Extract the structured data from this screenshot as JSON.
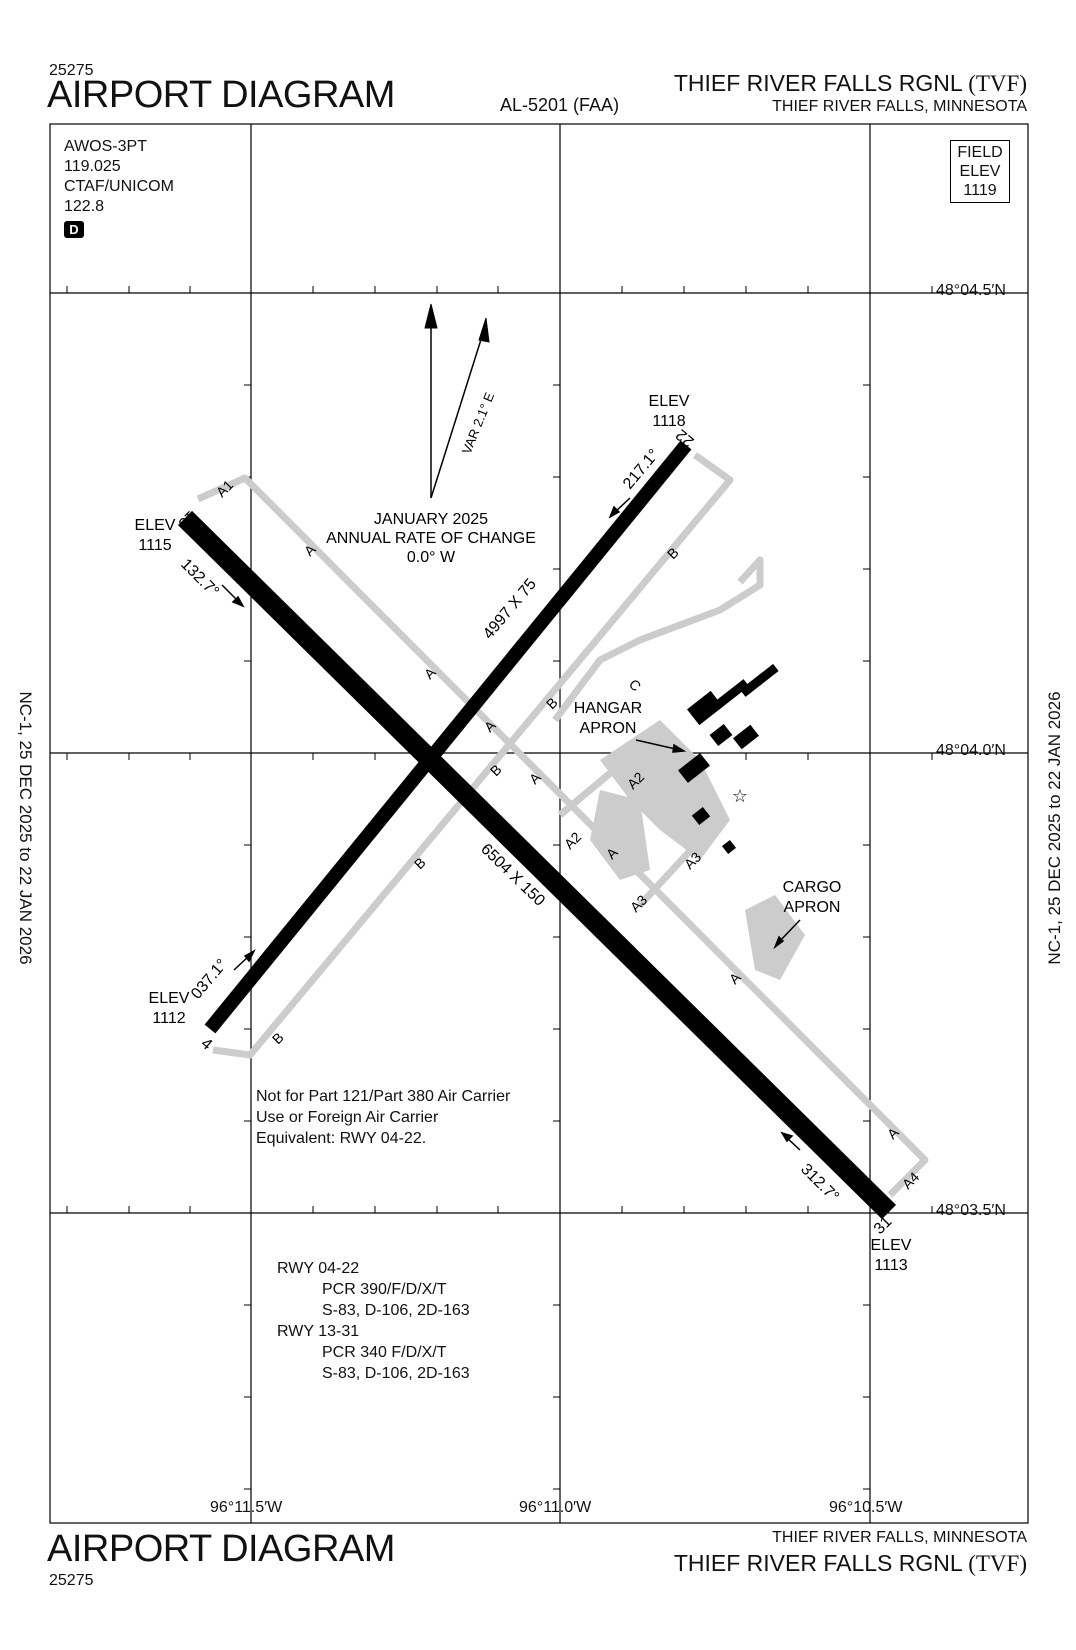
{
  "header": {
    "volume_top": "25275",
    "title": "AIRPORT DIAGRAM",
    "chart_id": "AL-5201 (FAA)",
    "airport_name": "THIEF RIVER FALLS RGNL",
    "airport_id": "(TVF)",
    "city_state": "THIEF RIVER FALLS, MINNESOTA"
  },
  "comms": {
    "line1": "AWOS-3PT",
    "line2": "119.025",
    "line3": "CTAF/UNICOM",
    "line4": "122.8",
    "d_badge": "D"
  },
  "field_elev": {
    "line1": "FIELD",
    "line2": "ELEV",
    "value": "1119"
  },
  "side_dates": {
    "left": "NC-1,  25 DEC 2025  to  22 JAN 2026",
    "right": "NC-1,  25 DEC 2025  to  22 JAN 2026"
  },
  "coordinates": {
    "lat_top": "48°04.5′N",
    "lat_mid": "48°04.0′N",
    "lat_bot": "48°03.5′N",
    "lon_left": "96°11.5′W",
    "lon_mid": "96°11.0′W",
    "lon_right": "96°10.5′W"
  },
  "magnetic": {
    "var": "VAR 2.1° E",
    "date": "JANUARY 2025",
    "roc_label": "ANNUAL RATE OF CHANGE",
    "roc_value": "0.0° W"
  },
  "runways": {
    "r04_22": {
      "dims": "4997 X 75",
      "end_4": "4",
      "end_22": "22",
      "hdg_4": "037.1°",
      "hdg_22": "217.1°",
      "elev_label": "ELEV",
      "elev_4": "1112",
      "elev_22": "1118"
    },
    "r13_31": {
      "dims": "6504 X 150",
      "end_13": "13",
      "end_31": "31",
      "hdg_13": "132.7°",
      "hdg_31": "312.7°",
      "elev_label": "ELEV",
      "elev_13": "1115",
      "elev_31": "1113"
    }
  },
  "taxiways": {
    "A": "A",
    "A1": "A1",
    "A2": "A2",
    "A3": "A3",
    "A4": "A4",
    "B": "B",
    "C": "C"
  },
  "aprons": {
    "hangar_1": "HANGAR",
    "hangar_2": "APRON",
    "cargo_1": "CARGO",
    "cargo_2": "APRON"
  },
  "notes": {
    "carrier_1": "Not for Part 121/Part 380 Air Carrier",
    "carrier_2": "Use or Foreign Air Carrier",
    "carrier_3": "Equivalent: RWY 04-22.",
    "rwy1_title": "RWY 04-22",
    "rwy1_pcr": "PCR 390/F/D/X/T",
    "rwy1_wt": "S-83, D-106, 2D-163",
    "rwy2_title": "RWY 13-31",
    "rwy2_pcr": "PCR 340 F/D/X/T",
    "rwy2_wt": "S-83, D-106, 2D-163"
  },
  "footer": {
    "title": "AIRPORT DIAGRAM",
    "volume": "25275",
    "city_state": "THIEF RIVER FALLS, MINNESOTA",
    "airport_name": "THIEF RIVER FALLS RGNL",
    "airport_id": "(TVF)"
  },
  "colors": {
    "runway": "#000000",
    "taxiway": "#cccccc",
    "grid": "#000000"
  }
}
